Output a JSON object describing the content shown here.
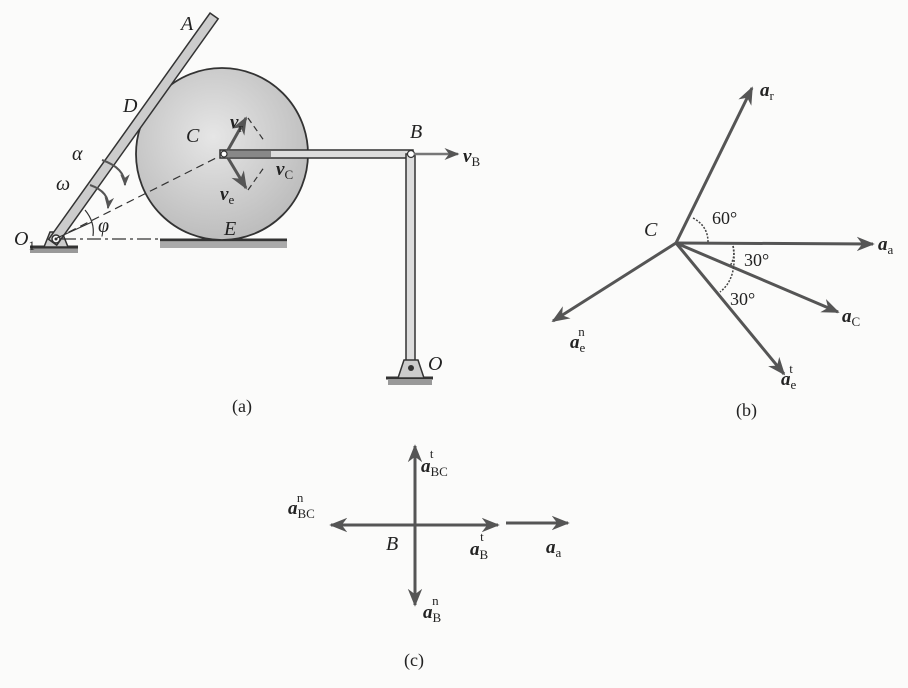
{
  "figure_a": {
    "caption": "(a)",
    "points": {
      "A": "A",
      "D": "D",
      "C": "C",
      "B": "B",
      "E": "E",
      "O": "O",
      "O1_base": "O",
      "O1_sub": "1"
    },
    "angles": {
      "alpha": "α",
      "omega": "ω",
      "phi": "φ"
    },
    "vectors": {
      "vr": {
        "base": "v",
        "sub": "r"
      },
      "ve": {
        "base": "v",
        "sub": "e"
      },
      "vC": {
        "base": "v",
        "sub": "C"
      },
      "vB": {
        "base": "v",
        "sub": "B"
      }
    }
  },
  "figure_b": {
    "caption": "(b)",
    "point": "C",
    "angles": [
      "60°",
      "30°",
      "30°"
    ],
    "vectors": {
      "ar": {
        "base": "a",
        "sub": "r"
      },
      "aa": {
        "base": "a",
        "sub": "a"
      },
      "aC": {
        "base": "a",
        "sub": "C"
      },
      "aet": {
        "base": "a",
        "sub": "e",
        "sup": "t"
      },
      "aen": {
        "base": "a",
        "sub": "e",
        "sup": "n"
      }
    }
  },
  "figure_c": {
    "caption": "(c)",
    "point": "B",
    "vectors": {
      "aBCt": {
        "base": "a",
        "sub": "BC",
        "sup": "t"
      },
      "aBCn": {
        "base": "a",
        "sub": "BC",
        "sup": "n"
      },
      "aBt": {
        "base": "a",
        "sub": "B",
        "sup": "t"
      },
      "aBn": {
        "base": "a",
        "sub": "B",
        "sup": "n"
      },
      "aa": {
        "base": "a",
        "sub": "a"
      }
    }
  }
}
